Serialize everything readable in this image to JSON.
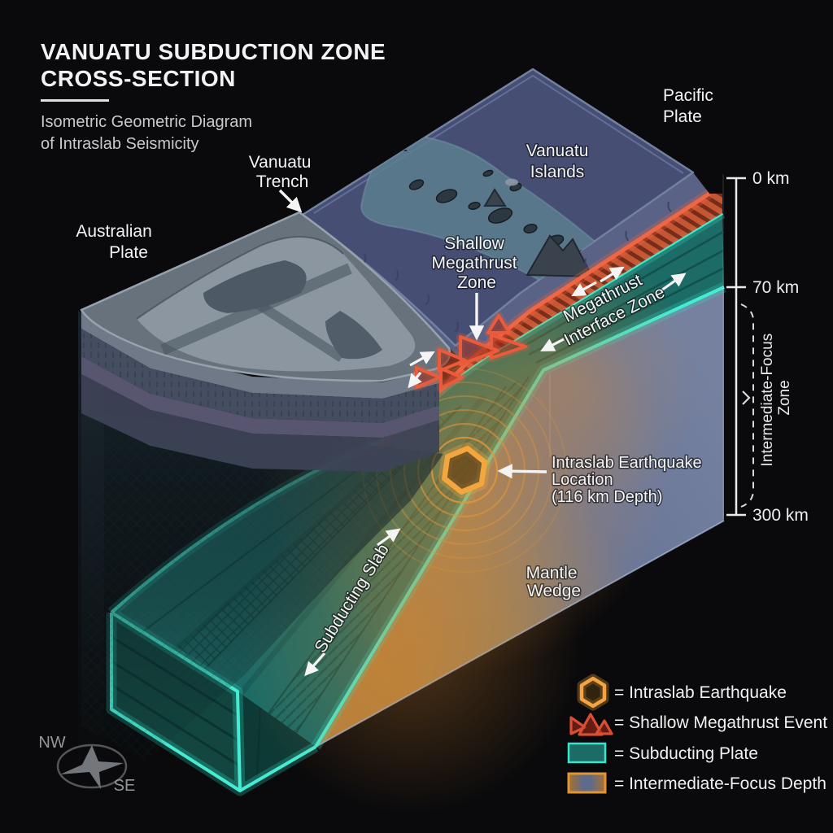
{
  "title": {
    "line1": "VANUATU SUBDUCTION ZONE",
    "line2": "CROSS-SECTION"
  },
  "subtitle": {
    "line1": "Isometric Geometric Diagram",
    "line2": "of Intraslab Seismicity"
  },
  "labels": {
    "vanuatu_trench": {
      "line1": "Vanuatu",
      "line2": "Trench"
    },
    "australian_plate": {
      "line1": "Australian",
      "line2": "Plate"
    },
    "pacific_plate": {
      "line1": "Pacific",
      "line2": "Plate"
    },
    "vanuatu_islands": {
      "line1": "Vanuatu",
      "line2": "Islands"
    },
    "shallow_megathrust": {
      "line1": "Shallow",
      "line2": "Megathrust",
      "line3": "Zone"
    },
    "megathrust_interface": {
      "line1": "Megathrust",
      "line2": "Interface Zone"
    },
    "intraslab_location": {
      "line1": "Intraslab Earthquake",
      "line2": "Location",
      "line3": "(116 km Depth)"
    },
    "mantle_wedge": {
      "line1": "Mantle",
      "line2": "Wedge"
    },
    "subducting_slab": "Subducting Slab"
  },
  "depth_scale": {
    "tick_0": "0 km",
    "tick_70": "70 km",
    "tick_300": "300 km",
    "zone_line1": "Intermediate-Focus",
    "zone_line2": "Zone"
  },
  "legend": {
    "items": [
      {
        "icon": "hexagon-icon",
        "label": "= Intraslab Earthquake"
      },
      {
        "icon": "megathrust-triangles-icon",
        "label": "= Shallow Megathrust Event"
      },
      {
        "icon": "subducting-plate-swatch",
        "label": "= Subducting Plate"
      },
      {
        "icon": "intermediate-focus-swatch",
        "label": "= Intermediate-Focus Depth"
      }
    ]
  },
  "compass": {
    "nw": "NW",
    "se": "SE"
  },
  "colors": {
    "background": "#0a0a0c",
    "text": "#f3f3f3",
    "slab_teal": "#1d6b66",
    "slab_edge_cyan": "#3ce8cd",
    "megathrust_red": "#ee6243",
    "earthquake_orange": "#f2a43d",
    "pacific_navy": "#464e74",
    "island_band_teal": "#5d7f90",
    "australian_gray": "#6b7681",
    "mantle_blue": "#66789f",
    "mantle_orange": "#b5803d"
  }
}
